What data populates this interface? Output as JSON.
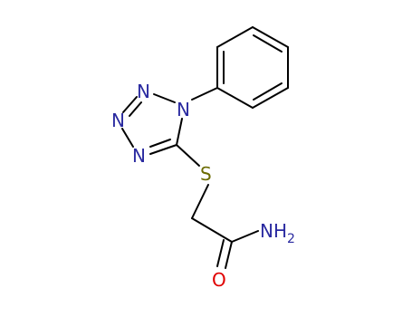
{
  "molecule": {
    "atoms": {
      "n1": {
        "symbol": "N",
        "color": "#2a2aa0"
      },
      "n2": {
        "symbol": "N",
        "color": "#2a2aa0"
      },
      "n3": {
        "symbol": "N",
        "color": "#2a2aa0"
      },
      "n4": {
        "symbol": "N",
        "color": "#2a2aa0"
      },
      "s": {
        "symbol": "S",
        "color": "#6b6b00"
      },
      "o": {
        "symbol": "O",
        "color": "#e00000"
      },
      "nh2": {
        "symbol": "NH",
        "subscript": "2",
        "color": "#2a2aa0"
      }
    },
    "bond_color": "#000000"
  }
}
